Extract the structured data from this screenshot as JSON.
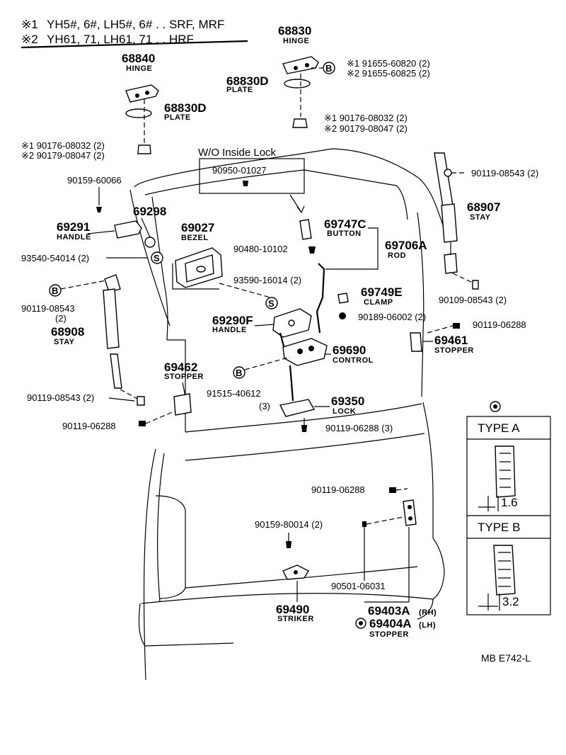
{
  "header": {
    "line1_mark": "※1",
    "line1_text": "YH5#, 6#, LH5#, 6# . . SRF, MRF",
    "line2_mark": "※2",
    "line2_text": "YH61, 71, LH61, 71 . . HRF"
  },
  "parts": {
    "p68830": {
      "num": "68830",
      "name": "HINGE"
    },
    "p91655_1": "※1 91655-60820 (2)",
    "p91655_2": "※2 91655-60825 (2)",
    "p68830D": {
      "num": "68830D",
      "name": "PLATE"
    },
    "p90176_top_1": "※1  90176-08032 (2)",
    "p90179_top_2": "※2  90179-08047 (2)",
    "p68840": {
      "num": "68840",
      "name": "HINGE"
    },
    "p68830D_left": {
      "num": "68830D",
      "name": "PLATE"
    },
    "p90176_left_1": "※1 90176-08032 (2)",
    "p90179_left_2": "※2 90179-08047 (2)",
    "wo_inside_lock": "W/O Inside Lock",
    "p90950": "90950-01027",
    "p90119_stay_r": "90119-08543 (2)",
    "p90159_60066": "90159-60066",
    "p69298": "69298",
    "p69027": {
      "num": "69027",
      "name": "BEZEL"
    },
    "p69291": {
      "num": "69291",
      "name": "HANDLE"
    },
    "p69747C": {
      "num": "69747C",
      "name": "BUTTON"
    },
    "p68907": {
      "num": "68907",
      "name": "STAY"
    },
    "p90480": "90480-10102",
    "p69706A": {
      "num": "69706A",
      "name": "ROD"
    },
    "p93540": "93540-54014 (2)",
    "p93590": "93590-16014 (2)",
    "p90119_stay_l": "90119-08543",
    "p90119_stay_l_qty": "(2)",
    "p68908": {
      "num": "68908",
      "name": "STAY"
    },
    "p69749E": {
      "num": "69749E",
      "name": "CLAMP"
    },
    "p90109": "90109-08543 (2)",
    "p69290F": {
      "num": "69290F",
      "name": "HANDLE"
    },
    "p90189": "90189-06002 (2)",
    "p90119_06288_r": "90119-06288",
    "p69461": {
      "num": "69461",
      "name": "STOPPER"
    },
    "p69690": {
      "num": "69690",
      "name": "CONTROL"
    },
    "p69462": {
      "num": "69462",
      "name": "STOPPER"
    },
    "p91515": "91515-40612",
    "p91515_qty": "(3)",
    "p69350": {
      "num": "69350",
      "name": "LOCK"
    },
    "p90119_08543_b": "90119-08543 (2)",
    "p90119_06288_l": "90119-06288",
    "p90119_06288_3": "90119-06288 (3)",
    "p90119_06288_low": "90119-06288",
    "p90159_80014": "90159-80014 (2)",
    "p90501": "90501-06031",
    "p69490": {
      "num": "69490",
      "name": "STRIKER"
    },
    "p69403A": {
      "num": "69403A",
      "suffix": "(RH)"
    },
    "p69404A": {
      "num": "69404A",
      "suffix": "(LH)",
      "name": "STOPPER"
    }
  },
  "markers": {
    "bolt_b": "B",
    "screw_s": "S"
  },
  "types": {
    "a": {
      "title": "TYPE A",
      "dim": "1.6"
    },
    "b": {
      "title": "TYPE B",
      "dim": "3.2"
    }
  },
  "footer": {
    "code": "MB  E742-L"
  }
}
